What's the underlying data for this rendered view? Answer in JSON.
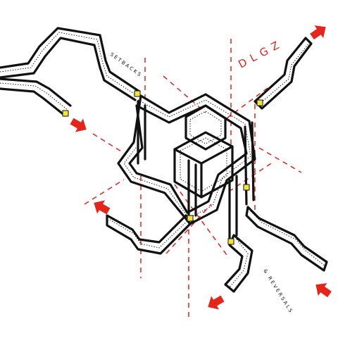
{
  "diagram": {
    "title": "DLGZ",
    "labels": {
      "setbacks": "SETBACKS",
      "reversals": "& REVERSALS"
    },
    "colors": {
      "ink": "#111111",
      "guide": "#d8251e",
      "arrow": "#e3261c",
      "node": "#f3e437",
      "paper": "#ffffff"
    },
    "icons": {
      "arrow": "red-direction-arrow",
      "node": "yellow-joint-marker"
    }
  }
}
